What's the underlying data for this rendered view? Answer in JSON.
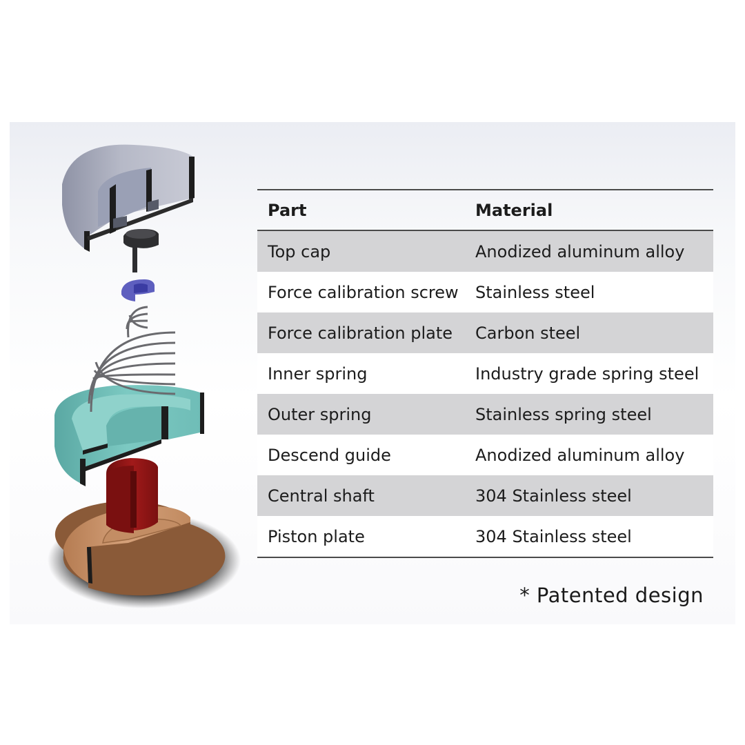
{
  "table": {
    "headers": {
      "part": "Part",
      "material": "Material"
    },
    "rows": [
      {
        "part": "Top cap",
        "material": "Anodized aluminum alloy"
      },
      {
        "part": "Force calibration screw",
        "material": "Stainless steel"
      },
      {
        "part": "Force calibration plate",
        "material": "Carbon steel"
      },
      {
        "part": "Inner spring",
        "material": "Industry grade spring steel"
      },
      {
        "part": "Outer spring",
        "material": "Stainless spring steel"
      },
      {
        "part": "Descend guide",
        "material": "Anodized aluminum alloy"
      },
      {
        "part": "Central shaft",
        "material": "304 Stainless steel"
      },
      {
        "part": "Piston plate",
        "material": "304 Stainless steel"
      }
    ]
  },
  "footnote": "* Patented design",
  "colors": {
    "top_cap": "#a9adbd",
    "calibration_screw": "#2e2e30",
    "calibration_plate": "#5e5fbf",
    "springs": "#6a6a6e",
    "descend_guide": "#6fbdb7",
    "central_shaft": "#9b1616",
    "piston_plate": "#c89066"
  }
}
